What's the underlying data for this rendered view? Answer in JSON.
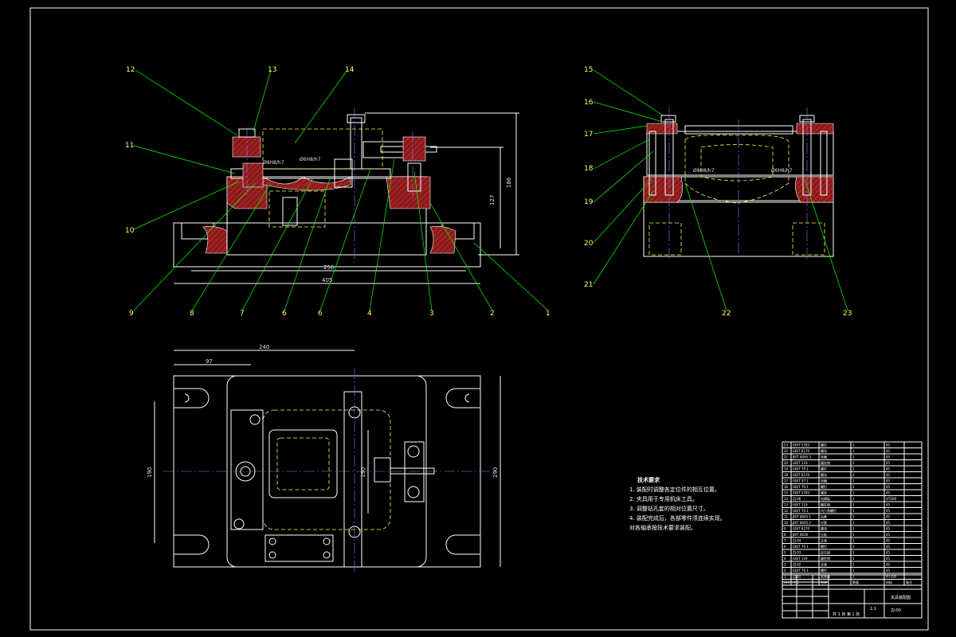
{
  "drawing": {
    "front_view_labels": [
      "12",
      "13",
      "14",
      "11",
      "10",
      "9",
      "8",
      "7",
      "6",
      "6",
      "4",
      "3",
      "2",
      "1"
    ],
    "front_dims": {
      "fit_left": "Ø8H8/h7",
      "fit_right": "Ø6H8/h7",
      "w_inner": "256",
      "w_outer": "405",
      "h_inner": "127",
      "h_outer": "186"
    },
    "side_view_labels": [
      "15",
      "16",
      "17",
      "18",
      "19",
      "20",
      "21",
      "22",
      "23"
    ],
    "side_dims": {
      "fit_left": "Ø8H8/h7",
      "fit_right": "Ø6H8/h7"
    },
    "top_dims": {
      "w_top": "240",
      "w_inner": "97",
      "h_left": "190",
      "h_mid": "190",
      "h_right": "290"
    },
    "tech_requirements": {
      "title": "技术要求",
      "lines": [
        "1. 装配时调整各定位件的相互位置。",
        "2. 夹具用于专用机床工具。",
        "3. 调整钻孔套的相对位置尺寸。",
        "4. 装配完成后，各部零件须连续实现。",
        "对各轴承按技术要求装配。"
      ]
    },
    "bom": {
      "rows": [
        [
          "23",
          "GB/T 5783",
          "螺钉",
          "1",
          "45",
          ""
        ],
        [
          "22",
          "GB/T 6170",
          "螺母",
          "1",
          "45",
          ""
        ],
        [
          "21",
          "JB/T 8045.3",
          "垫圈",
          "2",
          "45",
          ""
        ],
        [
          "20",
          "GB/T 119",
          "圆柱销",
          "2",
          "45",
          ""
        ],
        [
          "19",
          "GB/T 70.1",
          "螺钉",
          "2",
          "45",
          ""
        ],
        [
          "18",
          "GB/T 6170",
          "螺母",
          "2",
          "45",
          ""
        ],
        [
          "17",
          "GB/T 97.1",
          "垫圈",
          "1",
          "45",
          ""
        ],
        [
          "16",
          "GB/T 70.1",
          "螺钉",
          "2",
          "45",
          ""
        ],
        [
          "15",
          "GB/T 5783",
          "螺栓",
          "1",
          "45",
          ""
        ],
        [
          "14",
          "ZJ-06",
          "钻模板",
          "1",
          "HT200",
          ""
        ],
        [
          "13",
          "GB/T 119",
          "圆柱销",
          "1",
          "45",
          ""
        ],
        [
          "12",
          "GB/T 70.1",
          "内六角螺钉",
          "1",
          "45",
          ""
        ],
        [
          "11",
          "JB/T 8045.1",
          "钻套",
          "2",
          "45",
          ""
        ],
        [
          "10",
          "JB/T 8045.2",
          "衬套",
          "1",
          "45",
          ""
        ],
        [
          "9",
          "GB/T 6170",
          "螺母",
          "1",
          "45",
          ""
        ],
        [
          "8",
          "JB/T 8036",
          "压板",
          "1",
          "45",
          ""
        ],
        [
          "7",
          "ZJ-04",
          "支承",
          "1",
          "45",
          ""
        ],
        [
          "6",
          "GB/T 70.1",
          "螺钉",
          "2",
          "45",
          ""
        ],
        [
          "5",
          "ZJ-03",
          "定位销",
          "1",
          "45",
          ""
        ],
        [
          "4",
          "GB/T 119",
          "圆柱销",
          "1",
          "45",
          ""
        ],
        [
          "3",
          "ZJ-02",
          "支座",
          "1",
          "45",
          ""
        ],
        [
          "2",
          "GB/T 70.1",
          "螺钉",
          "1",
          "45",
          ""
        ],
        [
          "1",
          "ZJ-01",
          "夹具体",
          "1",
          "HT200",
          ""
        ]
      ],
      "header": [
        "序号",
        "代号",
        "名称",
        "数量",
        "材料",
        "备注"
      ]
    },
    "title_block": {
      "name": "夹具装配图",
      "drawing_no": "ZJ-00",
      "scale": "1:1",
      "sheet": "共 1 张 第 1 张"
    }
  }
}
